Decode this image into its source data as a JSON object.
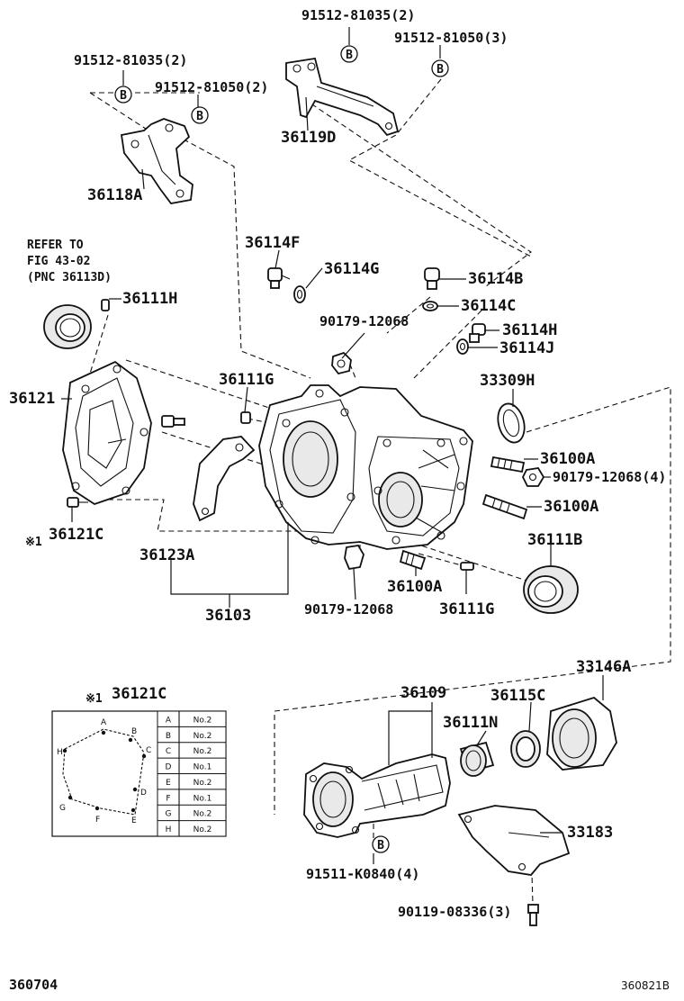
{
  "labels": {
    "p_91512_81035_top": "91512-81035(2)",
    "p_91512_81050_top": "91512-81050(3)",
    "p_91512_81035_left": "91512-81035(2)",
    "p_91512_81050_left": "91512-81050(2)",
    "p_36119D": "36119D",
    "p_36118A": "36118A",
    "refer_line1": "REFER TO",
    "refer_line2": "FIG 43-02",
    "refer_line3": "(PNC 36113D)",
    "p_36114F": "36114F",
    "p_36114G": "36114G",
    "p_36114B": "36114B",
    "p_36114C": "36114C",
    "p_36114H": "36114H",
    "p_36114J": "36114J",
    "p_90179_12068_top": "90179-12068",
    "p_36111H": "36111H",
    "p_36121": "36121",
    "p_36111G_top": "36111G",
    "p_33309H": "33309H",
    "p_36100A_1": "36100A",
    "p_90179_12068_4": "90179-12068(4)",
    "p_36100A_2": "36100A",
    "p_36121C": "36121C",
    "mark_1": "※1",
    "p_36123A": "36123A",
    "p_36111B": "36111B",
    "p_36100A_3": "36100A",
    "p_36111G_bottom": "36111G",
    "p_90179_12068_bottom": "90179-12068",
    "p_36103": "36103",
    "p_33146A": "33146A",
    "p_36109": "36109",
    "p_36115C": "36115C",
    "p_36111N": "36111N",
    "p_33183": "33183",
    "p_91511_K0840": "91511-K0840(4)",
    "p_90119_08336": "90119-08336(3)",
    "diagram_no_left": "360704",
    "diagram_no_right": "360821B",
    "inset_mark": "※1",
    "inset_title": "36121C",
    "bubble_letter": "B"
  },
  "bolt_table": {
    "rows": [
      {
        "pos": "A",
        "bolt": "No.2"
      },
      {
        "pos": "B",
        "bolt": "No.2"
      },
      {
        "pos": "C",
        "bolt": "No.2"
      },
      {
        "pos": "D",
        "bolt": "No.1"
      },
      {
        "pos": "E",
        "bolt": "No.2"
      },
      {
        "pos": "F",
        "bolt": "No.1"
      },
      {
        "pos": "G",
        "bolt": "No.2"
      },
      {
        "pos": "H",
        "bolt": "No.2"
      }
    ]
  },
  "inset_points": [
    "A",
    "B",
    "C",
    "D",
    "E",
    "F",
    "G",
    "H"
  ]
}
